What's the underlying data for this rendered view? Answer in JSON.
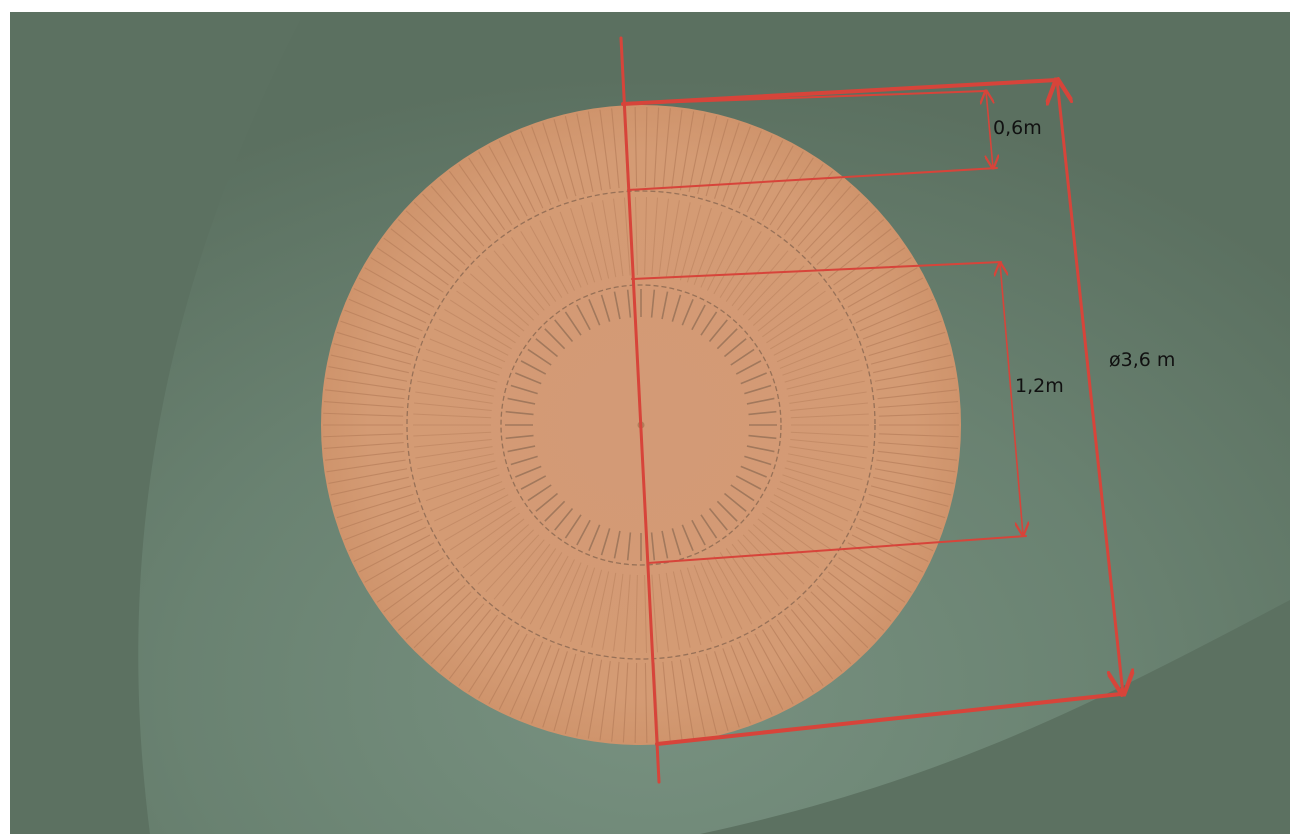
{
  "diagram": {
    "labels": {
      "ring_width": "0,6m",
      "inner_radius": "1,2m",
      "diameter": "ø3,6 m"
    },
    "colors": {
      "background": "#5d7262",
      "background_glow": "#7a9484",
      "disc": "#d59a73",
      "slat_line": "#b9805c",
      "groove": "#8d6a52",
      "dimension_line": "#d7443a",
      "text": "#111111"
    },
    "rings": {
      "outer_slats": 170,
      "middle_slats": 130,
      "inner_slats": 64
    }
  }
}
